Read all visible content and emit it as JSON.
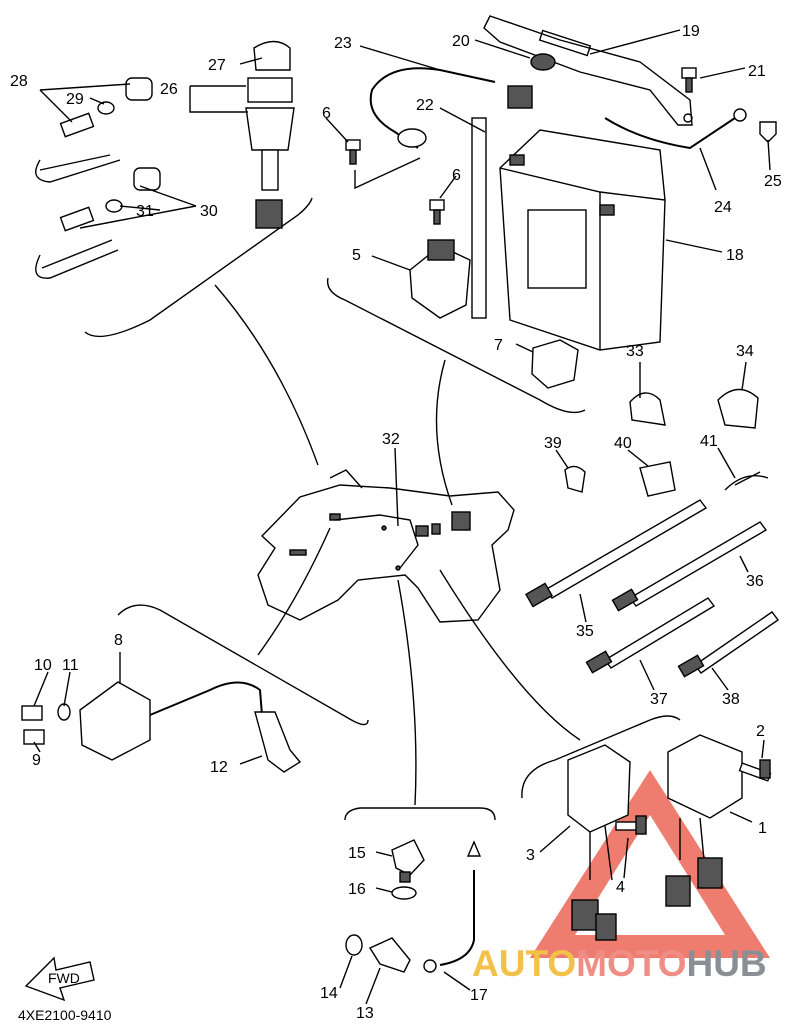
{
  "diagram": {
    "code": "4XE2100-9410",
    "fwd_label": "FWD",
    "callouts": [
      {
        "id": "c1",
        "label": "1"
      },
      {
        "id": "c2",
        "label": "2"
      },
      {
        "id": "c3",
        "label": "3"
      },
      {
        "id": "c4",
        "label": "4"
      },
      {
        "id": "c5",
        "label": "5"
      },
      {
        "id": "c6a",
        "label": "6"
      },
      {
        "id": "c6b",
        "label": "6"
      },
      {
        "id": "c7",
        "label": "7"
      },
      {
        "id": "c8",
        "label": "8"
      },
      {
        "id": "c9",
        "label": "9"
      },
      {
        "id": "c10",
        "label": "10"
      },
      {
        "id": "c11",
        "label": "11"
      },
      {
        "id": "c12",
        "label": "12"
      },
      {
        "id": "c13",
        "label": "13"
      },
      {
        "id": "c14",
        "label": "14"
      },
      {
        "id": "c15",
        "label": "15"
      },
      {
        "id": "c16",
        "label": "16"
      },
      {
        "id": "c17",
        "label": "17"
      },
      {
        "id": "c18",
        "label": "18"
      },
      {
        "id": "c19",
        "label": "19"
      },
      {
        "id": "c20",
        "label": "20"
      },
      {
        "id": "c21",
        "label": "21"
      },
      {
        "id": "c22",
        "label": "22"
      },
      {
        "id": "c23",
        "label": "23"
      },
      {
        "id": "c24",
        "label": "24"
      },
      {
        "id": "c25",
        "label": "25"
      },
      {
        "id": "c26",
        "label": "26"
      },
      {
        "id": "c27",
        "label": "27"
      },
      {
        "id": "c28",
        "label": "28"
      },
      {
        "id": "c29",
        "label": "29"
      },
      {
        "id": "c30",
        "label": "30"
      },
      {
        "id": "c31",
        "label": "31"
      },
      {
        "id": "c32",
        "label": "32"
      },
      {
        "id": "c33",
        "label": "33"
      },
      {
        "id": "c34",
        "label": "34"
      },
      {
        "id": "c35",
        "label": "35"
      },
      {
        "id": "c36",
        "label": "36"
      },
      {
        "id": "c37",
        "label": "37"
      },
      {
        "id": "c38",
        "label": "38"
      },
      {
        "id": "c39",
        "label": "39"
      },
      {
        "id": "c40",
        "label": "40"
      },
      {
        "id": "c41",
        "label": "41"
      }
    ]
  },
  "watermark": {
    "part1": "AUTO",
    "part2": "MOTO",
    "part3": "HUB",
    "colors": {
      "auto": "#f2c14a",
      "moto": "#ef8d86",
      "hub": "#8a8f95",
      "triangle": "#e8503f"
    }
  }
}
